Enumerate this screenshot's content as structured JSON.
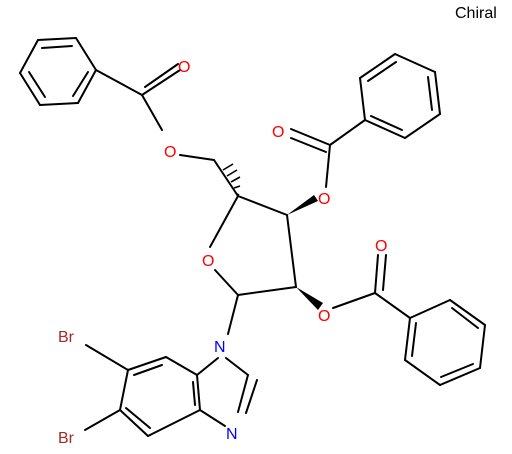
{
  "note": "Chiral",
  "atoms": {
    "O_ring": "O",
    "O_ester5": "O",
    "O_carbonyl5": "O",
    "O_ester3": "O",
    "O_carbonyl3": "O",
    "O_ester2": "O",
    "O_carbonyl2": "O",
    "N1": "N",
    "N3": "N",
    "Br_top": "Br",
    "Br_bottom": "Br"
  },
  "colors": {
    "carbon_bond": "#000000",
    "oxygen": "#ff0000",
    "nitrogen": "#0000ff",
    "bromine": "#a52a2a"
  }
}
